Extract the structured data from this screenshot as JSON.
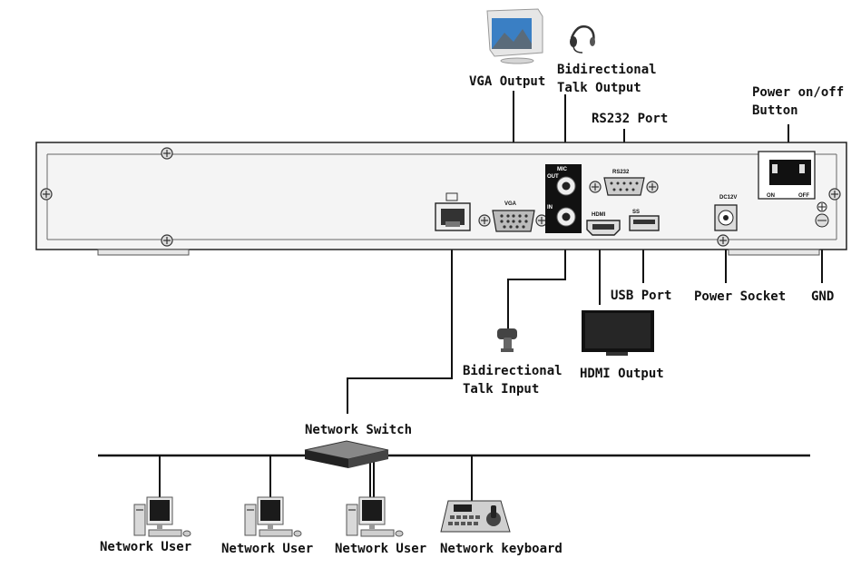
{
  "labels": {
    "vga_output": "VGA Output",
    "talk_output_line1": "Bidirectional",
    "talk_output_line2": "Talk Output",
    "rs232_port": "RS232 Port",
    "power_button_line1": "Power on/off",
    "power_button_line2": "Button",
    "usb_port": "USB Port",
    "power_socket": "Power Socket",
    "gnd": "GND",
    "talk_input_line1": "Bidirectional",
    "talk_input_line2": "Talk Input",
    "hdmi_output": "HDMI Output",
    "network_switch": "Network Switch",
    "network_user_1": "Network User",
    "network_user_2": "Network User",
    "network_user_3": "Network User",
    "network_keyboard": "Network keyboard"
  },
  "panel_markings": {
    "vga": "VGA",
    "mic": "MIC",
    "out": "OUT",
    "in": "IN",
    "rs232": "RS232",
    "hdmi": "HDMI",
    "usb": "SS",
    "dc12v": "DC12V",
    "on": "ON",
    "off": "OFF"
  },
  "icons": {
    "monitor": "crt-monitor-icon",
    "headset": "headset-icon",
    "microphone": "microphone-icon",
    "tv": "flat-tv-icon",
    "switch": "network-switch-icon",
    "pc": "desktop-pc-icon",
    "keyboard": "ptz-keyboard-icon"
  },
  "colors": {
    "line": "#111111",
    "panel_fill": "#f4f4f4",
    "panel_stroke": "#222222"
  }
}
